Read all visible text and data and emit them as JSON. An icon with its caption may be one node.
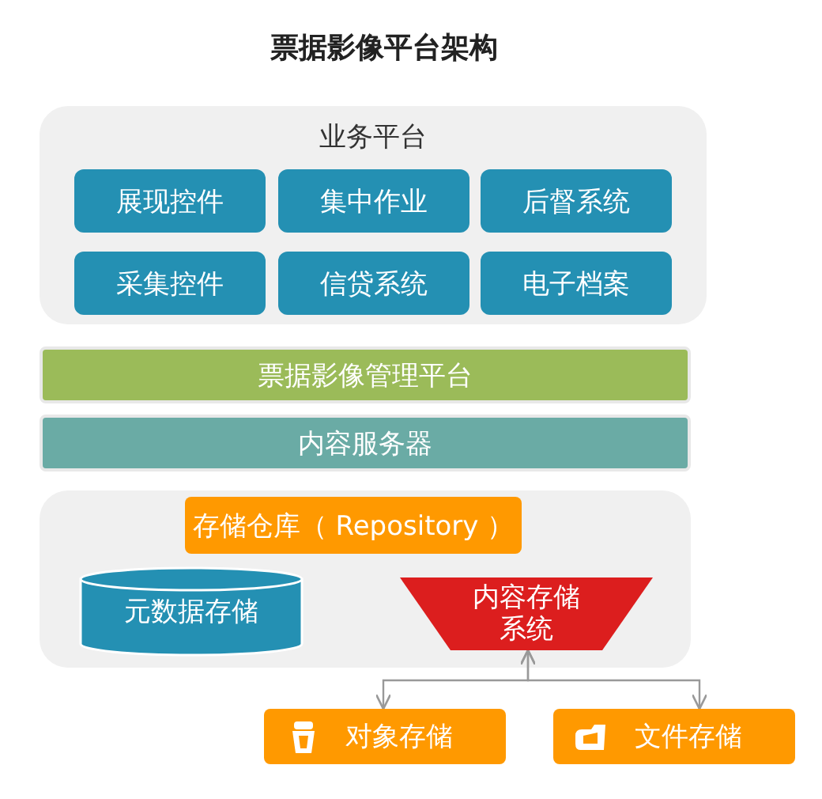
{
  "diagram": {
    "title": "票据影像平台架构",
    "nodes": [
      {
        "text": [
          "业务平台"
        ]
      },
      {
        "text": [
          "展现控件"
        ],
        "in": 0
      },
      {
        "text": [
          "集中作业"
        ],
        "in": 0
      },
      {
        "text": [
          "后督系统"
        ],
        "in": 0
      },
      {
        "text": [
          "采集控件"
        ],
        "in": 0
      },
      {
        "text": [
          "信贷系统"
        ],
        "in": 0
      },
      {
        "text": [
          "电子档案"
        ],
        "in": 0
      },
      {
        "text": [
          "票据影像管理平台"
        ]
      },
      {
        "text": [
          "内容服务器"
        ]
      },
      {
        "text": [],
        "shape": "box"
      },
      {
        "text": [
          "存储仓库（ Repository ）"
        ],
        "in": 9
      },
      {
        "text": [
          "元数据存储"
        ],
        "in": 9
      },
      {
        "text": [
          "内容存储系统"
        ],
        "in": 9
      },
      {
        "text": [
          "对象存储"
        ]
      },
      {
        "text": [
          "文件存储"
        ]
      }
    ],
    "edges": [
      {
        "from": 12,
        "to": 13,
        "arrow": "both"
      },
      {
        "from": 12,
        "to": 14,
        "arrow": "both"
      }
    ]
  }
}
